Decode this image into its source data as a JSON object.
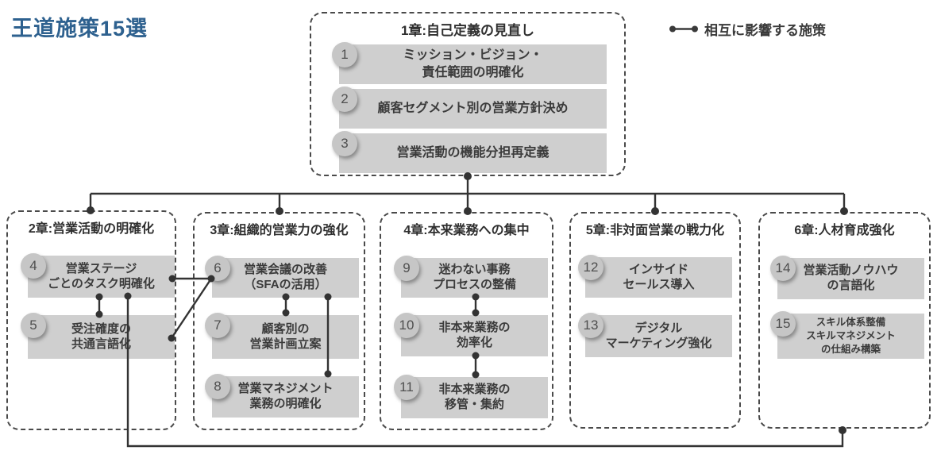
{
  "page_title": "王道施策15選",
  "legend": {
    "label": "相互に影響する施策"
  },
  "colors": {
    "title_blue": "#2e618f",
    "bar_gray": "#cfcfcf",
    "badge_gray": "#c6c6c6",
    "text_dark": "#3b3b3b",
    "line_dark": "#333333"
  },
  "chapters": [
    {
      "title": "1章:自己定義の見直し",
      "items": [
        {
          "number": "1",
          "label": "ミッション・ビジョン・\n責任範囲の明確化"
        },
        {
          "number": "2",
          "label": "顧客セグメント別の営業方針決め"
        },
        {
          "number": "3",
          "label": "営業活動の機能分担再定義"
        }
      ]
    },
    {
      "title": "2章:営業活動の明確化",
      "items": [
        {
          "number": "4",
          "label": "営業ステージ\nごとのタスク明確化"
        },
        {
          "number": "5",
          "label": "受注確度の\n共通言語化"
        }
      ]
    },
    {
      "title": "3章:組織的営業力の強化",
      "items": [
        {
          "number": "6",
          "label": "営業会議の改善\n（SFAの活用）"
        },
        {
          "number": "7",
          "label": "顧客別の\n営業計画立案"
        },
        {
          "number": "8",
          "label": "営業マネジメント\n業務の明確化"
        }
      ]
    },
    {
      "title": "4章:本来業務への集中",
      "items": [
        {
          "number": "9",
          "label": "迷わない事務\nプロセスの整備"
        },
        {
          "number": "10",
          "label": "非本来業務の\n効率化"
        },
        {
          "number": "11",
          "label": "非本来業務の\n移管・集約"
        }
      ]
    },
    {
      "title": "5章:非対面営業の戦力化",
      "items": [
        {
          "number": "12",
          "label": "インサイド\nセールス導入"
        },
        {
          "number": "13",
          "label": "デジタル\nマーケティング強化"
        }
      ]
    },
    {
      "title": "6章:人材育成強化",
      "items": [
        {
          "number": "14",
          "label": "営業活動ノウハウ\nの言語化"
        },
        {
          "number": "15",
          "label": "スキル体系整備\nスキルマネジメント\nの仕組み構築"
        }
      ]
    }
  ]
}
